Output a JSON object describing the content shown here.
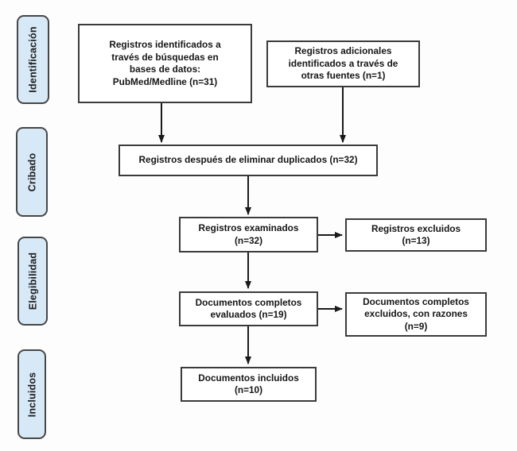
{
  "colors": {
    "stage_fill": "#d7e9f6",
    "stage_border": "#474747",
    "node_border": "#3b3b3b",
    "text": "#161616",
    "arrow": "#1a1a1a",
    "background": "#fdfdfd"
  },
  "stages": [
    {
      "id": "identificacion",
      "label": "Identificación"
    },
    {
      "id": "cribado",
      "label": "Cribado"
    },
    {
      "id": "elegibilidad",
      "label": "Elegibilidad"
    },
    {
      "id": "incluidos",
      "label": "Incluidos"
    }
  ],
  "nodes": {
    "identified_databases": {
      "lines": [
        "Registros identificados a",
        "través de búsquedas en",
        "bases de datos:",
        "PubMed/Medline (n=31)"
      ],
      "count": 31
    },
    "additional_sources": {
      "lines": [
        "Registros adicionales",
        "identificados a través de",
        "otras fuentes (n=1)"
      ],
      "count": 1
    },
    "after_duplicates": {
      "lines": [
        "Registros después de eliminar duplicados (n=32)"
      ],
      "count": 32
    },
    "screened": {
      "lines": [
        "Registros examinados",
        "(n=32)"
      ],
      "count": 32
    },
    "records_excluded": {
      "lines": [
        "Registros excluidos",
        "(n=13)"
      ],
      "count": 13
    },
    "fulltext_assessed": {
      "lines": [
        "Documentos completos",
        "evaluados (n=19)"
      ],
      "count": 19
    },
    "fulltext_excluded": {
      "lines": [
        "Documentos completos",
        "excluidos, con razones",
        "(n=9)"
      ],
      "count": 9
    },
    "included": {
      "lines": [
        "Documentos incluidos",
        "(n=10)"
      ],
      "count": 10
    }
  }
}
